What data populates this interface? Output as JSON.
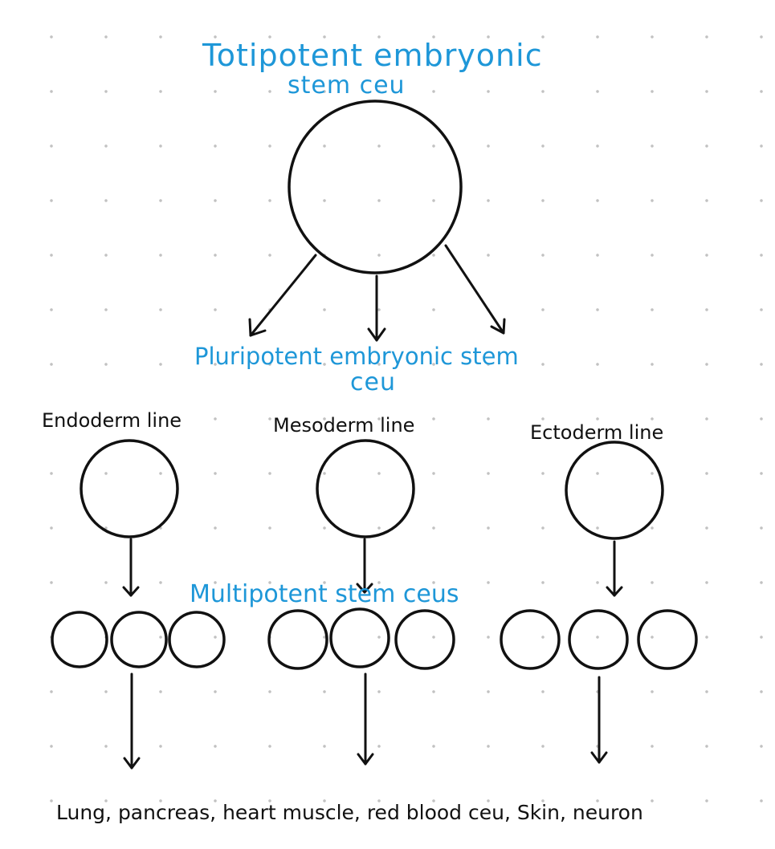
{
  "labels": {
    "totipotent_line1": "Totipotent embryonic",
    "totipotent_line2": "stem ceu",
    "pluripotent_line1": "Pluripotent embryonic stem",
    "pluripotent_line2": "ceu",
    "endoderm": "Endoderm line",
    "mesoderm": "Mesoderm line",
    "ectoderm": "Ectoderm line",
    "multipotent": "Multipotent stem ceus",
    "outcomes": "Lung, pancreas, heart muscle, red blood ceu, Skin, neuron"
  },
  "colors": {
    "label_blue": "#1e97d8",
    "ink": "#111111",
    "dot_grid": "#c2c2c2"
  }
}
